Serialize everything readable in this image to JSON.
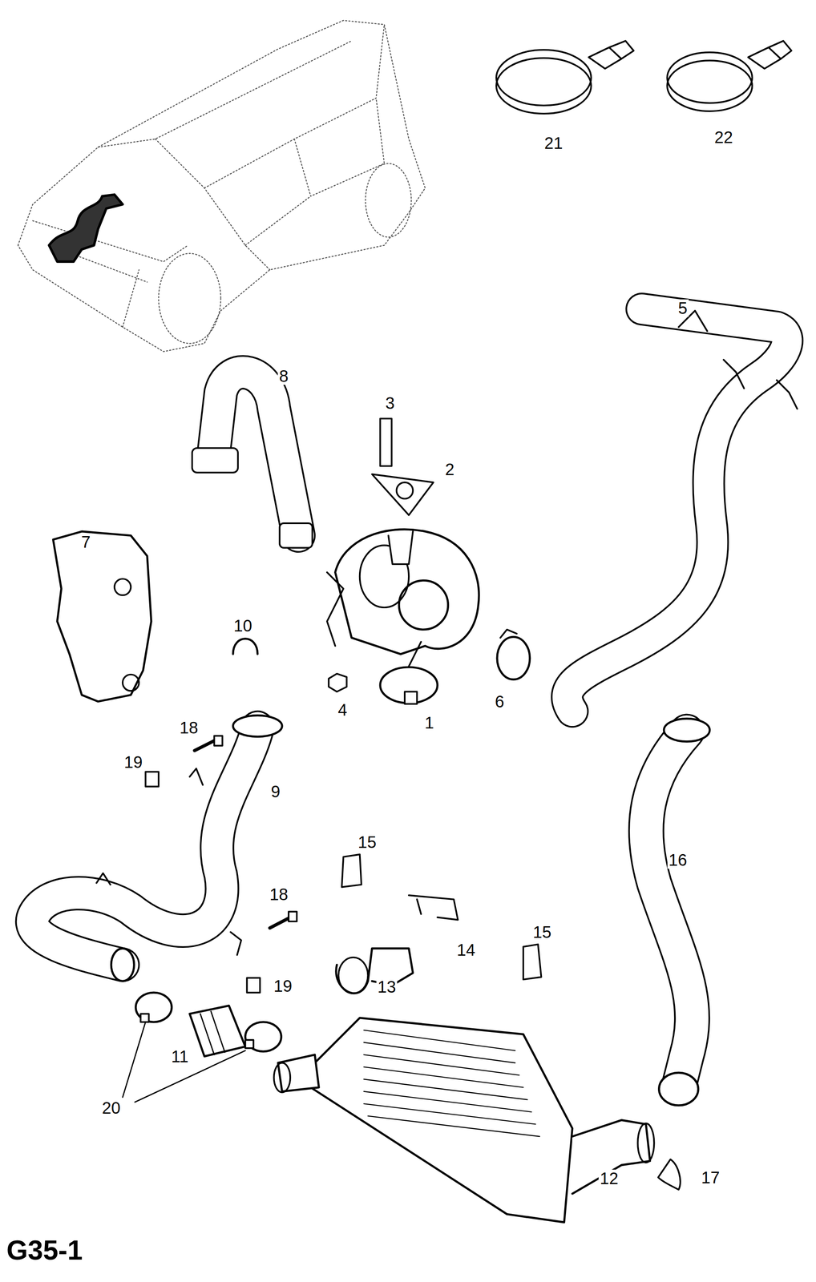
{
  "diagram": {
    "caption": "G35-1",
    "labels": [
      "21",
      "22",
      "5",
      "8",
      "3",
      "2",
      "7",
      "10",
      "4",
      "1",
      "6",
      "18",
      "19",
      "9",
      "16",
      "15",
      "18",
      "14",
      "13",
      "19",
      "15",
      "11",
      "20",
      "12",
      "17"
    ]
  }
}
